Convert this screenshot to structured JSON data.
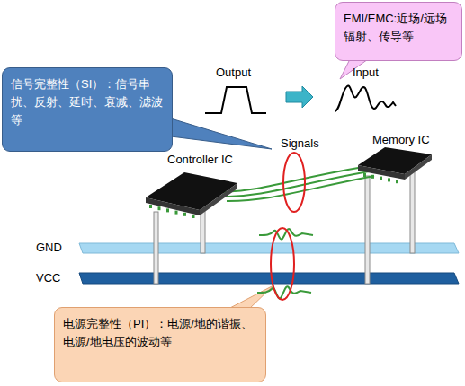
{
  "diagram": {
    "nodes": [
      {
        "text": [
          "EMI/EMC:近场/远场辐射、传导等"
        ]
      },
      {
        "text": [
          "信号完整性（SI）：信号串扰、反射、延时、衰减、滤波等"
        ]
      },
      {
        "text": [
          "电源完整性（PI）：电源/地的谐振、电源/地电压的波动等"
        ]
      }
    ],
    "labels": [
      "Output",
      "Input",
      "Signals",
      "Memory IC",
      "Controller IC",
      "GND",
      "VCC"
    ]
  }
}
